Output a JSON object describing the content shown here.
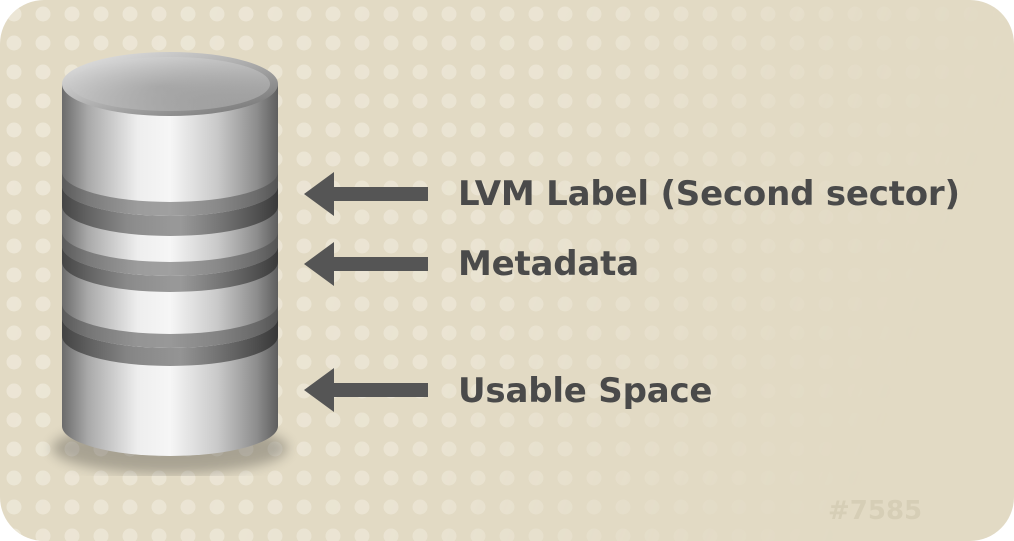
{
  "labels": {
    "lvm_label": "LVM Label (Second sector)",
    "metadata": "Metadata",
    "usable_space": "Usable Space"
  },
  "watermark": "#7585",
  "colors": {
    "background": "#e2dac4",
    "dots": "#ebe5d4",
    "text": "#4a4a4a",
    "arrow": "#555555",
    "watermark": "#d6ceb6"
  },
  "icons": {
    "disk": "disk-stack-icon",
    "arrow": "left-arrow-icon"
  }
}
